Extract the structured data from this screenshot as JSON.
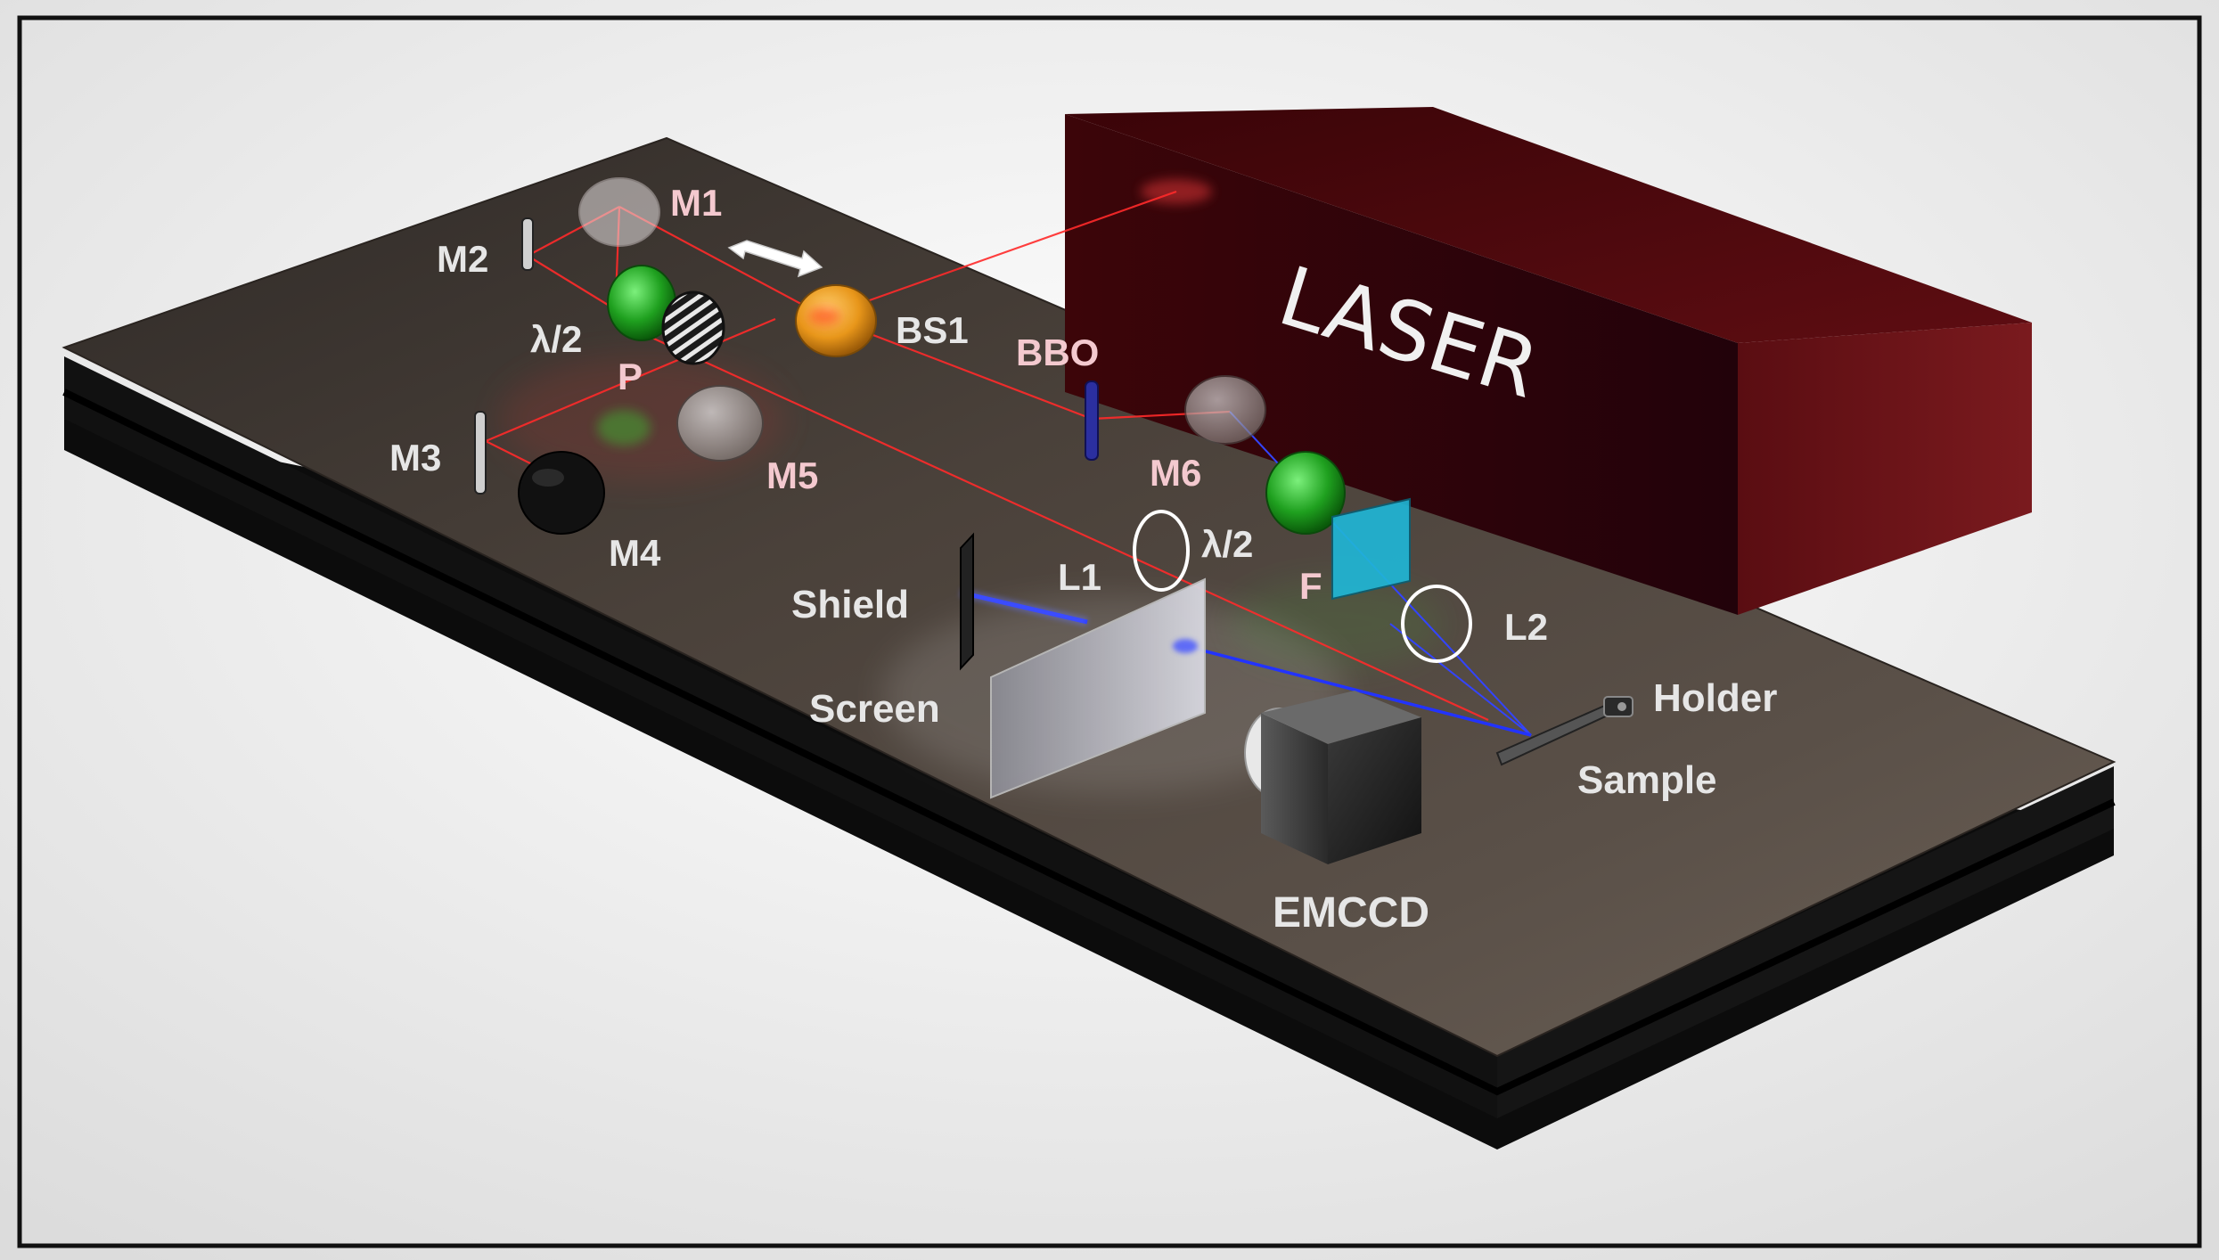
{
  "labels": {
    "laser": "LASER",
    "m1": "M1",
    "m2": "M2",
    "m3": "M3",
    "m4": "M4",
    "m5": "M5",
    "m6": "M6",
    "half_wave_1": "λ/2",
    "half_wave_2": "λ/2",
    "polarizer": "P",
    "bs1": "BS1",
    "bbo": "BBO",
    "l1": "L1",
    "l2": "L2",
    "filter": "F",
    "shield": "Shield",
    "screen": "Screen",
    "holder": "Holder",
    "sample": "Sample",
    "emccd": "EMCCD"
  },
  "colors": {
    "laser_housing": "#4a0a0e",
    "table_top": "#3e3731",
    "table_edge": "#0d0d0d",
    "beam_red": "#ff2a2a",
    "beam_blue": "#2a3dff",
    "waveplate_green": "#2fbf2f",
    "beamsplitter_orange": "#f0a020",
    "filter_cyan": "#1fb8d8"
  }
}
